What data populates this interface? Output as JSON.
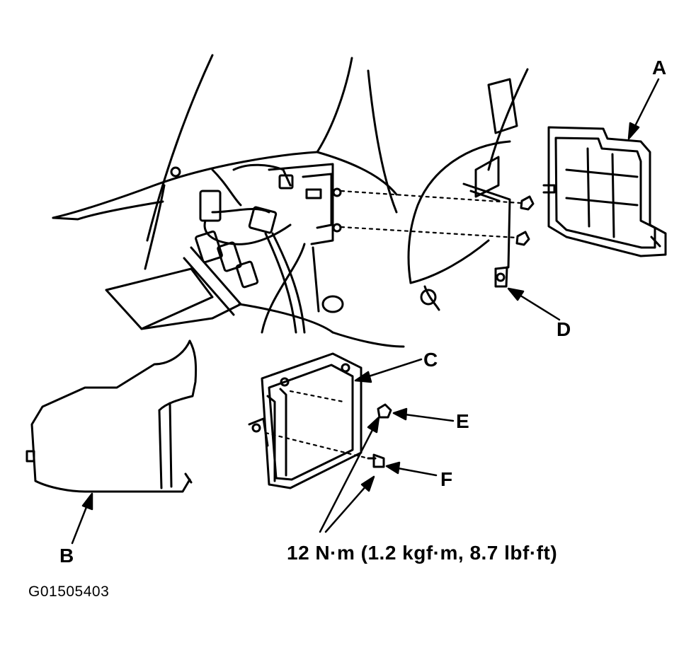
{
  "labels": {
    "a": "A",
    "b": "B",
    "c": "C",
    "d": "D",
    "e": "E",
    "f": "F"
  },
  "torque_spec": "12 N·m (1.2 kgf·m, 8.7 lbf·ft)",
  "figure_id": "G01505403"
}
